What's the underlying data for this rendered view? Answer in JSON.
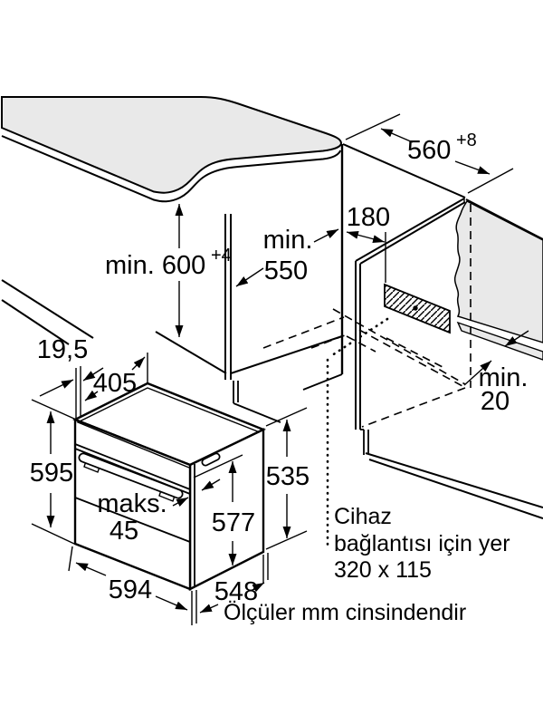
{
  "diagram": {
    "title": "Built-in oven installation drawing",
    "unit_note": "Ölçüler mm cinsindendir",
    "connection_note": {
      "line1": "Cihaz",
      "line2": "bağlantısı için yer",
      "line3": "320 x 115"
    },
    "colors": {
      "line": "#000000",
      "surface_fill": "#e9e9e9",
      "background": "#ffffff"
    },
    "dims": {
      "niche_height": "min. 600",
      "niche_height_tol": "+4",
      "niche_width": "560",
      "niche_width_tol": "+8",
      "niche_depth_1": "min.",
      "niche_depth_2": "550",
      "socket_offset": "180",
      "rear_gap_1": "min.",
      "rear_gap_2": "20",
      "front_frame_gap": "19,5",
      "top_depth": "405",
      "oven_height": "595",
      "door_protrusion_1": "maks.",
      "door_protrusion_2": "45",
      "inner_depth": "577",
      "body_height": "535",
      "oven_width": "594",
      "body_depth": "548"
    }
  }
}
